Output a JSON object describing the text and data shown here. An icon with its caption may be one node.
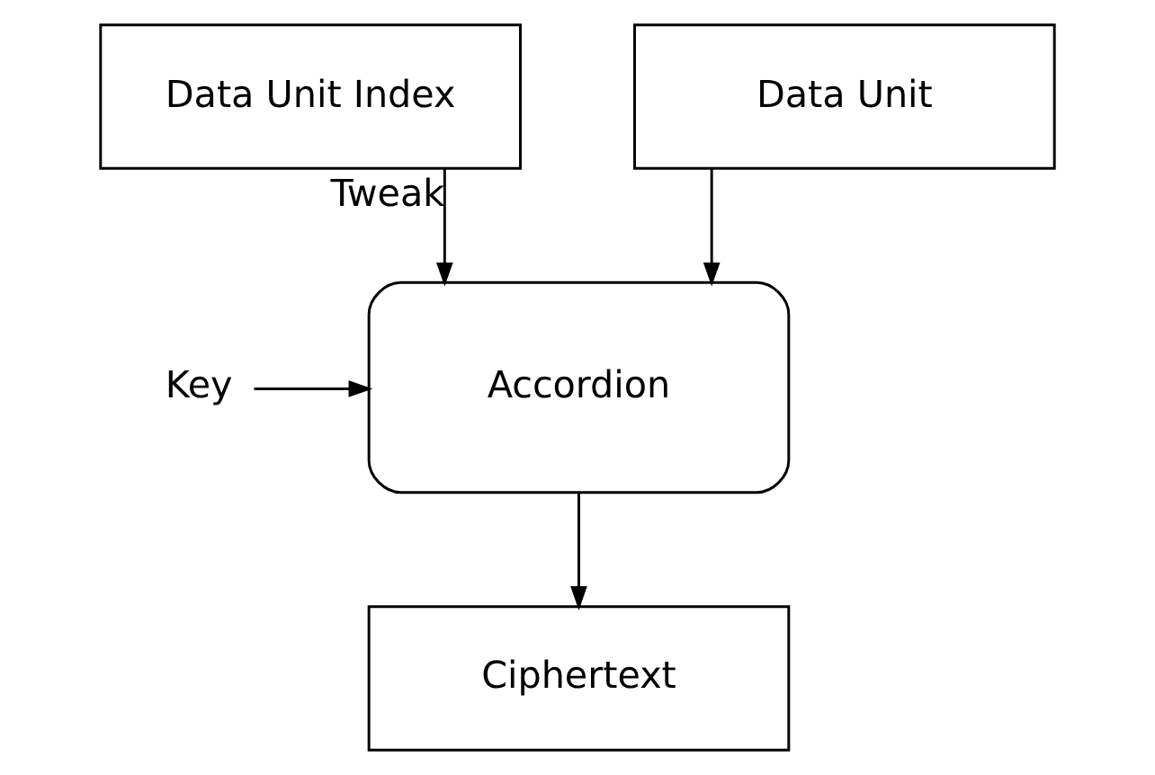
{
  "diagram": {
    "nodes": [
      {
        "text": [
          "Data Unit Index"
        ]
      },
      {
        "text": [
          "Data Unit"
        ]
      },
      {
        "text": [
          "Accordion"
        ]
      },
      {
        "text": [
          "Ciphertext"
        ]
      },
      {
        "text": [
          "Key"
        ]
      }
    ],
    "edges": [
      {
        "from": 0,
        "to": 2,
        "arrow": "to",
        "label": "Tweak"
      },
      {
        "from": 1,
        "to": 2,
        "arrow": "to"
      },
      {
        "from": 4,
        "to": 2,
        "arrow": "to"
      },
      {
        "from": 2,
        "to": 3,
        "arrow": "to"
      }
    ]
  }
}
